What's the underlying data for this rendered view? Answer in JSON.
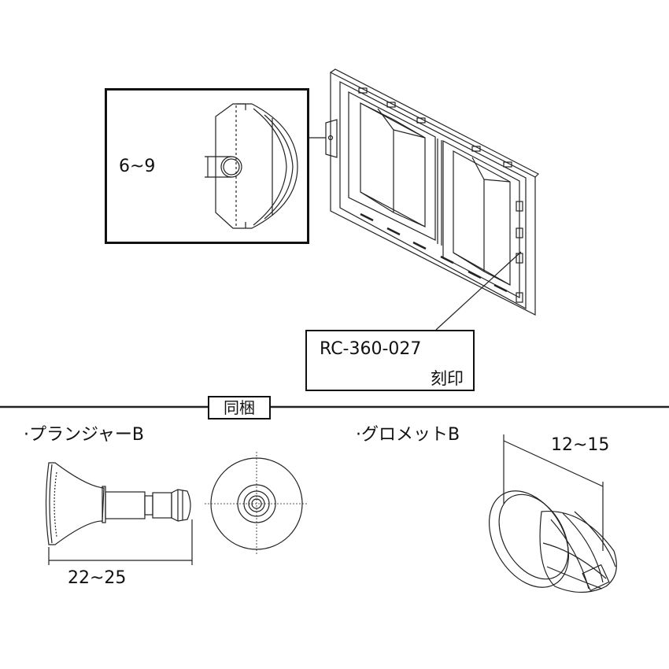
{
  "detail": {
    "dimension": "6~9"
  },
  "part_code": {
    "code": "RC-360-027",
    "mark": "刻印"
  },
  "bundle": {
    "label": "同梱"
  },
  "plunger": {
    "title": "·プランジャーB",
    "dimension": "22~25"
  },
  "grommet": {
    "title": "·グロメットB",
    "dimension": "12~15"
  }
}
